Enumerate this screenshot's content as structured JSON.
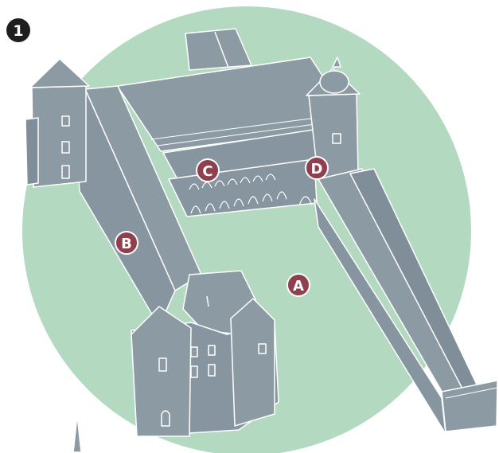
{
  "diagram": {
    "step_badge": "1",
    "markers": [
      {
        "id": "A",
        "label": "A"
      },
      {
        "id": "B",
        "label": "B"
      },
      {
        "id": "C",
        "label": "C"
      },
      {
        "id": "D",
        "label": "D"
      }
    ]
  },
  "colors": {
    "background_circle": "#b3d9c0",
    "building_fill": "#8c9aa4",
    "building_dark": "#7f8e98",
    "outline": "#ffffff",
    "marker_fill": "#8f3f4e",
    "badge_fill": "#1e1e1e"
  }
}
